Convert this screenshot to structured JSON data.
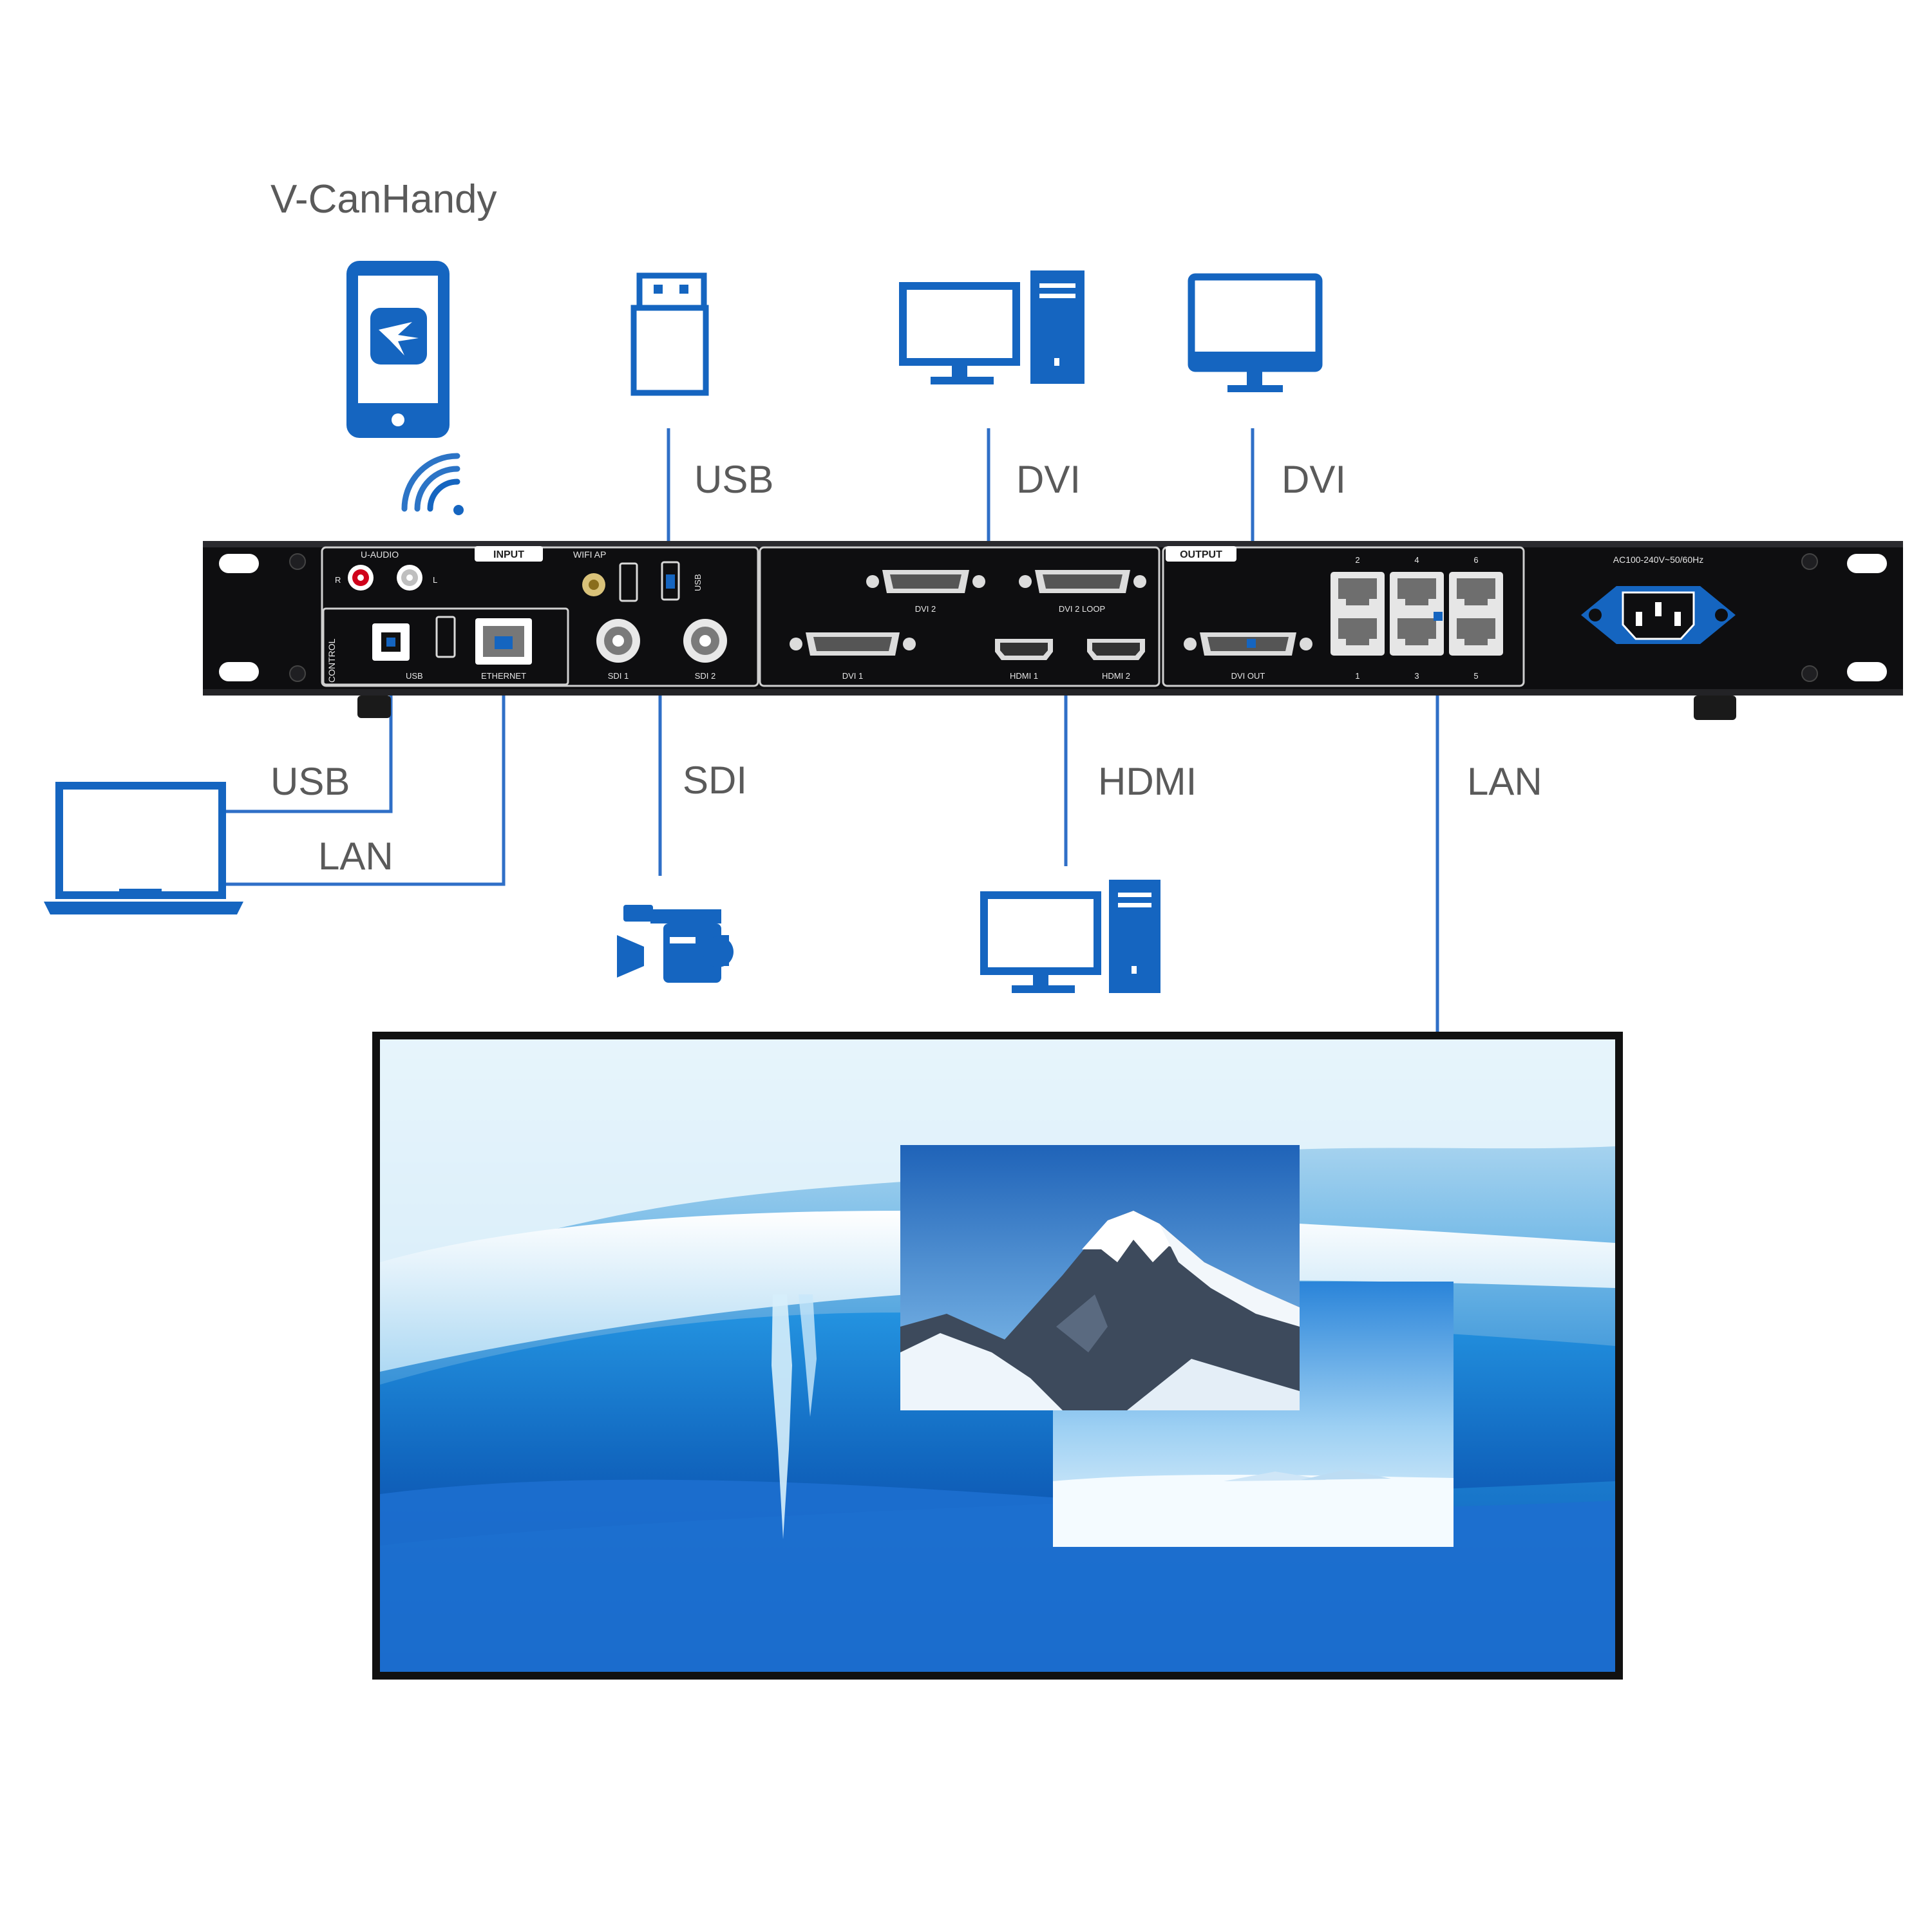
{
  "colors": {
    "accent": "#1565C0",
    "wire": "#2F6FC7",
    "panel": "#0E0E10",
    "label": "#5A5A5A"
  },
  "devices": {
    "phone": {
      "name": "V-CanHandy",
      "icon": "smartphone-icon"
    },
    "usb_drive": {
      "icon": "usb-drive-icon"
    },
    "pc_dvi_in": {
      "icon": "desktop-pc-icon"
    },
    "monitor_dvi_out": {
      "icon": "monitor-icon"
    },
    "laptop": {
      "icon": "laptop-icon"
    },
    "camera": {
      "icon": "video-camera-icon"
    },
    "pc_hdmi": {
      "icon": "desktop-pc-icon"
    },
    "screen": {
      "icon": "led-display-screen"
    }
  },
  "connections": {
    "usb_top": "USB",
    "dvi_in": "DVI",
    "dvi_out": "DVI",
    "usb_laptop": "USB",
    "lan_laptop": "LAN",
    "sdi": "SDI",
    "hdmi": "HDMI",
    "lan_screen": "LAN"
  },
  "panel": {
    "sections": {
      "input": "INPUT",
      "output": "OUTPUT",
      "control": "CONTROL"
    },
    "ports": {
      "u_audio": "U-AUDIO",
      "audio_r": "R",
      "audio_l": "L",
      "wifi_ap": "WIFI AP",
      "usb_vertical": "USB",
      "usb_control": "USB",
      "ethernet": "ETHERNET",
      "sdi1": "SDI 1",
      "sdi2": "SDI 2",
      "dvi2": "DVI 2",
      "dvi2_loop": "DVI 2 LOOP",
      "dvi1": "DVI 1",
      "hdmi1": "HDMI 1",
      "hdmi2": "HDMI 2",
      "dvi_out": "DVI OUT",
      "rj45_top": [
        "2",
        "4",
        "6"
      ],
      "rj45_bottom": [
        "1",
        "3",
        "5"
      ],
      "power": "AC100-240V~50/60Hz"
    }
  }
}
